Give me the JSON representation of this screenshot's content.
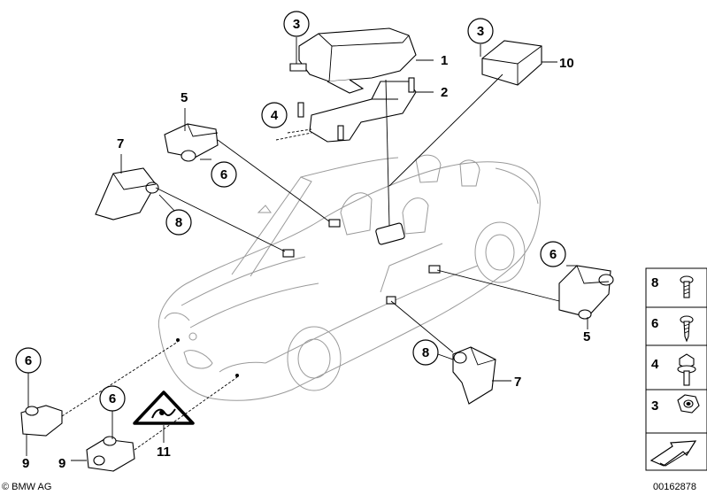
{
  "callouts": {
    "c1": "1",
    "c2": "2",
    "c3a": "3",
    "c3b": "3",
    "c4": "4",
    "c5a": "5",
    "c5b": "5",
    "c6a": "6",
    "c6b": "6",
    "c6c": "6",
    "c6d": "6",
    "c7a": "7",
    "c7b": "7",
    "c8a": "8",
    "c8b": "8",
    "c9a": "9",
    "c9b": "9",
    "c10": "10",
    "c11": "11"
  },
  "legend": {
    "items": [
      {
        "label": "8",
        "icon": "bolt-icon"
      },
      {
        "label": "6",
        "icon": "screw-icon"
      },
      {
        "label": "4",
        "icon": "collar-bolt-icon"
      },
      {
        "label": "3",
        "icon": "hex-nut-icon"
      }
    ]
  },
  "footer": {
    "copyright": "© BMW AG",
    "diagram_number": "00162878"
  },
  "colors": {
    "car_outline": "#9a9a9a",
    "parts": "#000000",
    "background": "#ffffff"
  }
}
